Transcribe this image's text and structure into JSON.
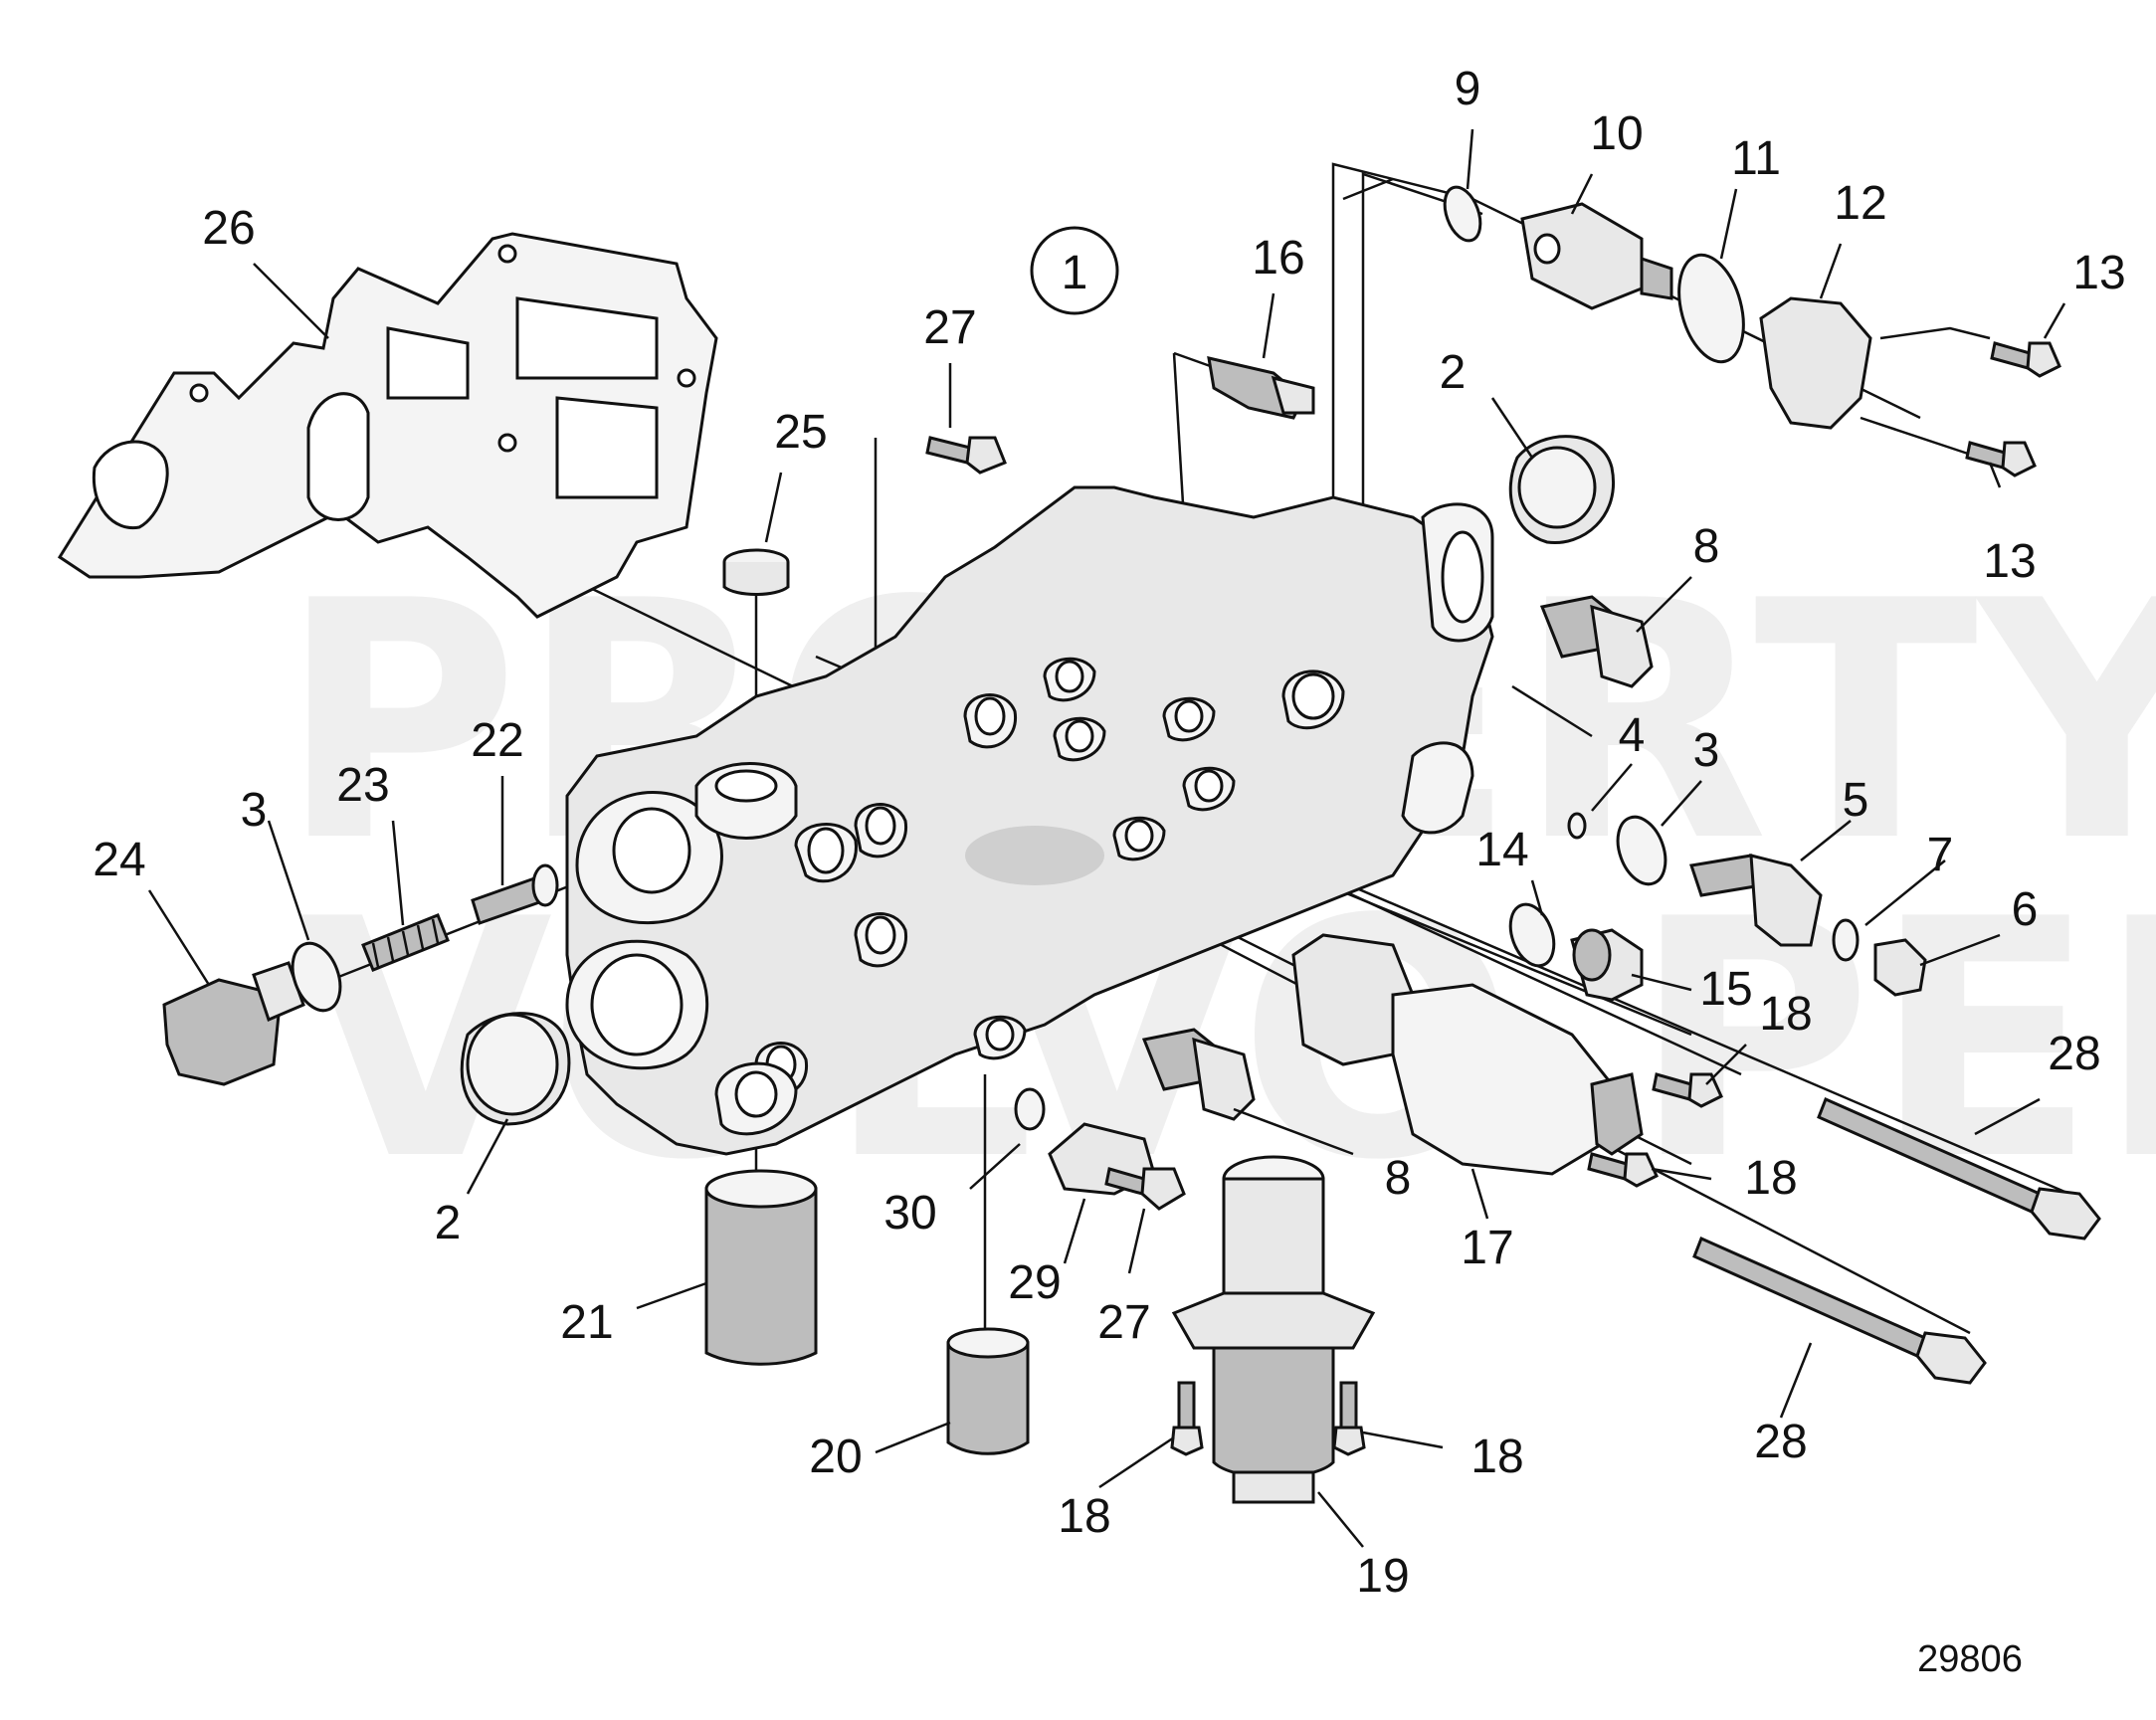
{
  "diagram": {
    "group_marker": "1",
    "document_number": "29806",
    "watermark": [
      "PROPERTY OF",
      "VOLVO PENTA"
    ],
    "callouts": [
      {
        "id": "c1",
        "text": "1"
      },
      {
        "id": "c2a",
        "text": "2"
      },
      {
        "id": "c2b",
        "text": "2"
      },
      {
        "id": "c3a",
        "text": "3"
      },
      {
        "id": "c3b",
        "text": "3"
      },
      {
        "id": "c4",
        "text": "4"
      },
      {
        "id": "c5",
        "text": "5"
      },
      {
        "id": "c6",
        "text": "6"
      },
      {
        "id": "c7",
        "text": "7"
      },
      {
        "id": "c8a",
        "text": "8"
      },
      {
        "id": "c8b",
        "text": "8"
      },
      {
        "id": "c9",
        "text": "9"
      },
      {
        "id": "c10",
        "text": "10"
      },
      {
        "id": "c11",
        "text": "11"
      },
      {
        "id": "c12",
        "text": "12"
      },
      {
        "id": "c13a",
        "text": "13"
      },
      {
        "id": "c13b",
        "text": "13"
      },
      {
        "id": "c14",
        "text": "14"
      },
      {
        "id": "c15",
        "text": "15"
      },
      {
        "id": "c16",
        "text": "16"
      },
      {
        "id": "c17",
        "text": "17"
      },
      {
        "id": "c18a",
        "text": "18"
      },
      {
        "id": "c18b",
        "text": "18"
      },
      {
        "id": "c18c",
        "text": "18"
      },
      {
        "id": "c18d",
        "text": "18"
      },
      {
        "id": "c19",
        "text": "19"
      },
      {
        "id": "c20",
        "text": "20"
      },
      {
        "id": "c21",
        "text": "21"
      },
      {
        "id": "c22",
        "text": "22"
      },
      {
        "id": "c23",
        "text": "23"
      },
      {
        "id": "c24",
        "text": "24"
      },
      {
        "id": "c25",
        "text": "25"
      },
      {
        "id": "c26",
        "text": "26"
      },
      {
        "id": "c27a",
        "text": "27"
      },
      {
        "id": "c27b",
        "text": "27"
      },
      {
        "id": "c28a",
        "text": "28"
      },
      {
        "id": "c28b",
        "text": "28"
      },
      {
        "id": "c29",
        "text": "29"
      },
      {
        "id": "c30",
        "text": "30"
      }
    ]
  }
}
